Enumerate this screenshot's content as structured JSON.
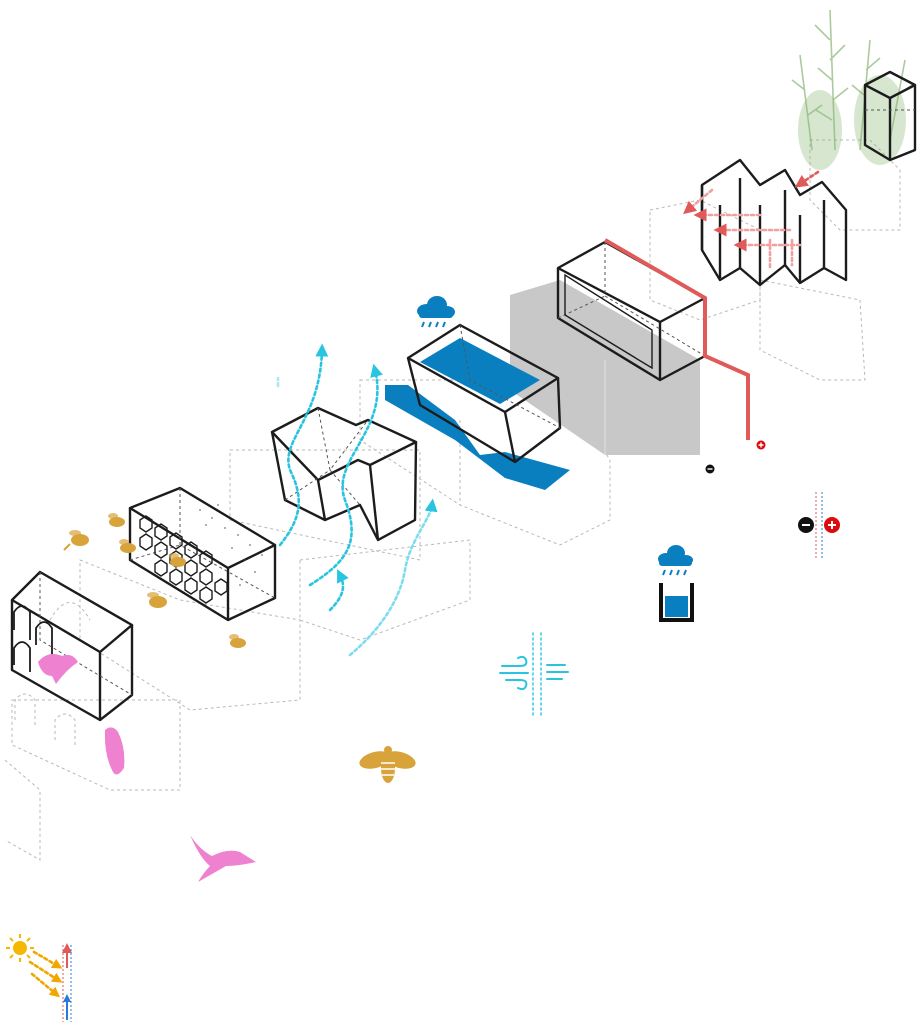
{
  "diagram": {
    "colors": {
      "outline": "#1c1c1c",
      "ghost": "#b9b9b9",
      "water": "#0a7fc0",
      "air": "#29c4e0",
      "heat": "#e05a5a",
      "bee": "#d8a33a",
      "bird": "#ee82d0",
      "sun": "#f5b800",
      "plant": "#6aa050",
      "panel": "#c8c8c8",
      "negative": "#111111",
      "positive": "#dd0b0b"
    },
    "modules": [
      {
        "name": "bird-nesting-module"
      },
      {
        "name": "bee-hive-module"
      },
      {
        "name": "air-flow-module"
      },
      {
        "name": "rain-collector-module"
      },
      {
        "name": "energy-storage-module"
      },
      {
        "name": "heat-exchange-module"
      },
      {
        "name": "green-planter-module"
      }
    ],
    "legend_icons": [
      "rain-water-icon",
      "wind-icon",
      "bee-icon",
      "bird-icon",
      "solar-heat-icon",
      "polarity-icon"
    ]
  }
}
